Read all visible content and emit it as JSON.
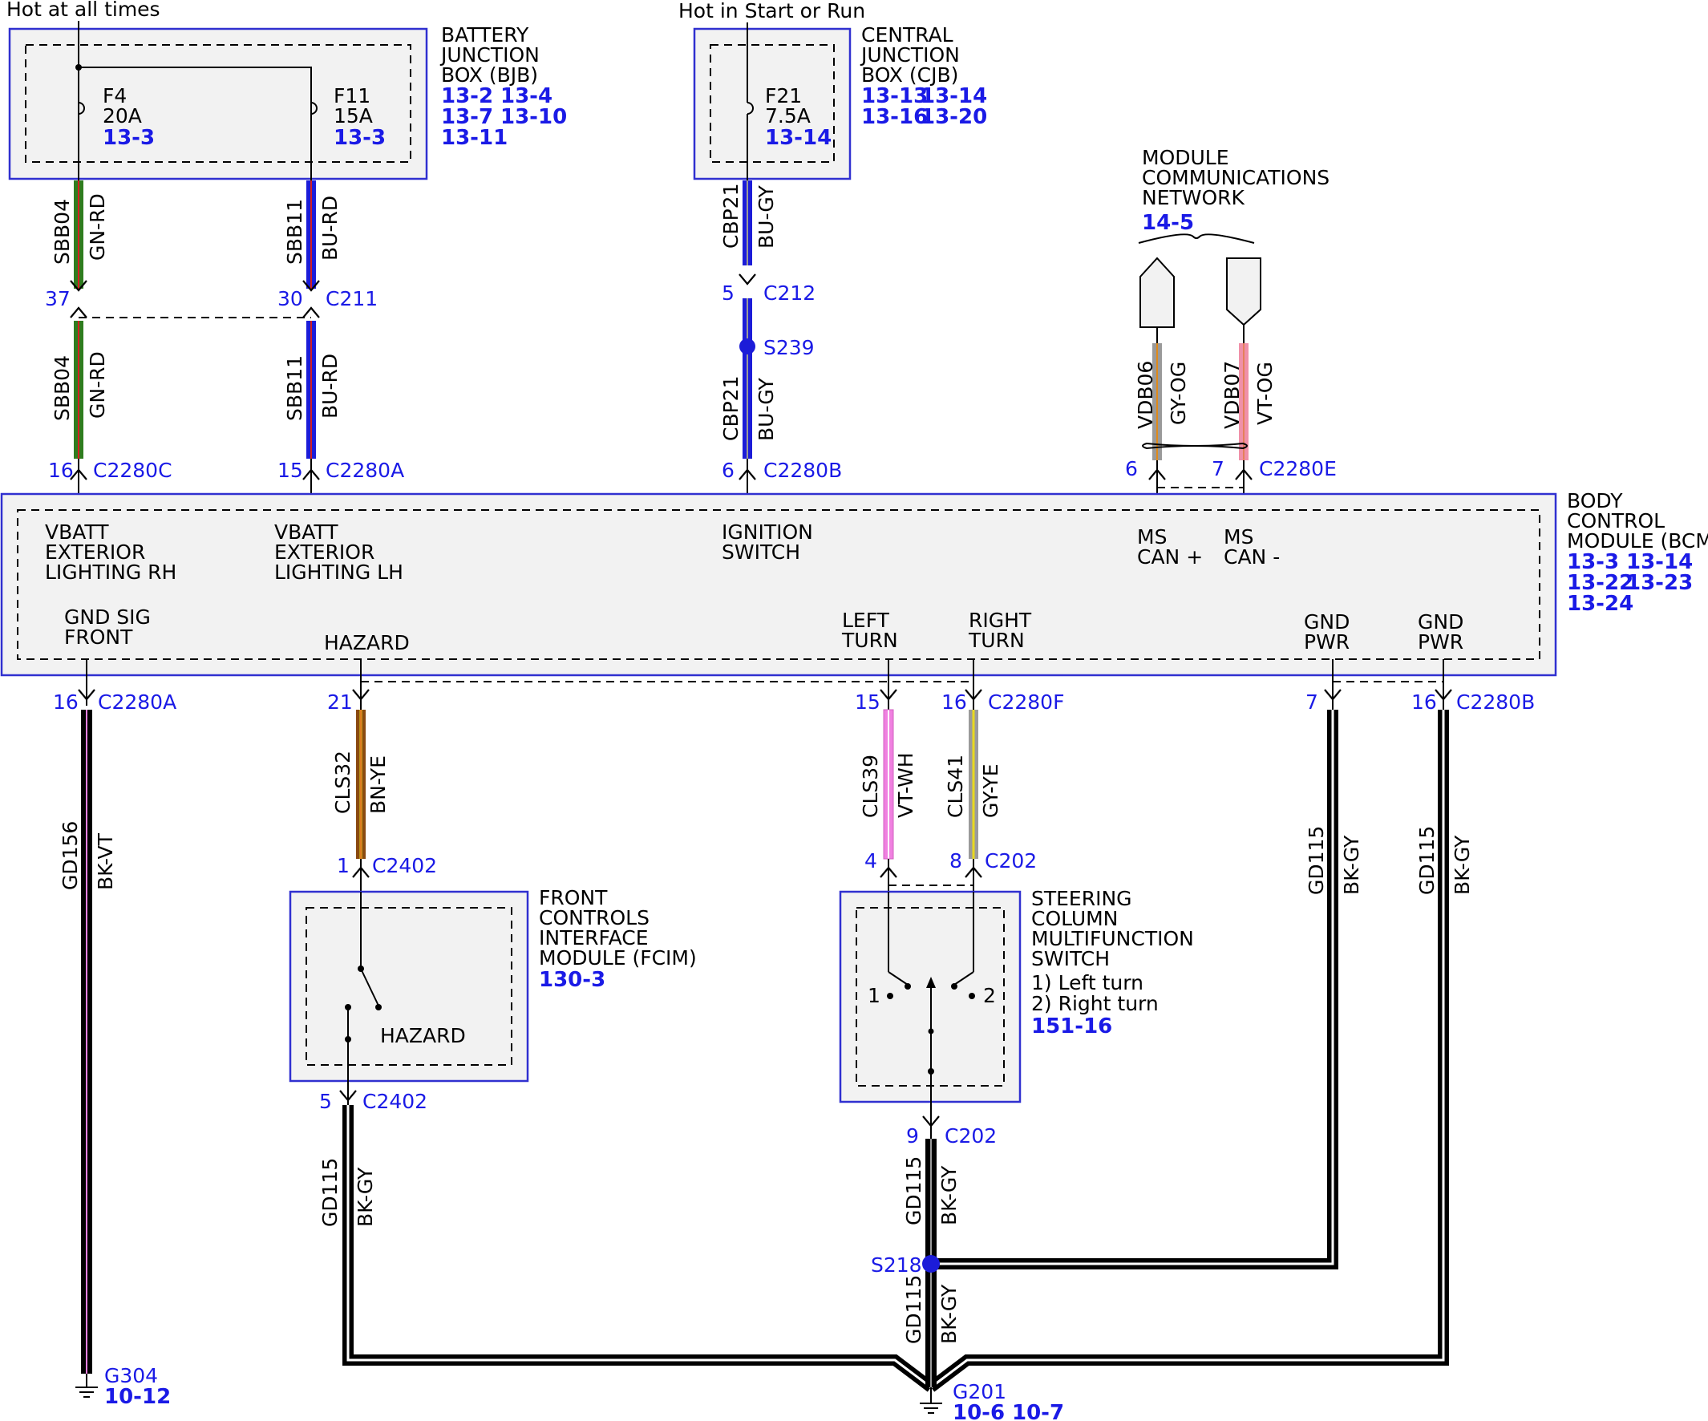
{
  "header": {
    "hot_always": "Hot at all times",
    "hot_start_run": "Hot in Start or Run"
  },
  "bjb": {
    "name_lines": [
      "BATTERY",
      "JUNCTION",
      "BOX (BJB)"
    ],
    "refs": [
      "13-2",
      "13-4",
      "13-7",
      "13-10",
      "13-11"
    ],
    "fuse_f4": {
      "name": "F4",
      "rating": "20A",
      "ref": "13-3"
    },
    "fuse_f11": {
      "name": "F11",
      "rating": "15A",
      "ref": "13-3"
    }
  },
  "cjb": {
    "name_lines": [
      "CENTRAL",
      "JUNCTION",
      "BOX (CJB)"
    ],
    "refs": [
      "13-13",
      "13-14",
      "13-16",
      "13-20"
    ],
    "fuse_f21": {
      "name": "F21",
      "rating": "7.5A",
      "ref": "13-14"
    }
  },
  "network": {
    "name_lines": [
      "MODULE",
      "COMMUNICATIONS",
      "NETWORK"
    ],
    "ref": "14-5"
  },
  "bcm": {
    "name_lines": [
      "BODY",
      "CONTROL",
      "MODULE (BCM)"
    ],
    "refs": [
      "13-3",
      "13-14",
      "13-22",
      "13-23",
      "13-24"
    ],
    "pins": {
      "vbatt_rh": [
        "VBATT",
        "EXTERIOR",
        "LIGHTING RH"
      ],
      "vbatt_lh": [
        "VBATT",
        "EXTERIOR",
        "LIGHTING LH"
      ],
      "ignition": [
        "IGNITION",
        "SWITCH"
      ],
      "ms_can_plus": [
        "MS",
        "CAN +"
      ],
      "ms_can_minus": [
        "MS",
        "CAN -"
      ],
      "gnd_sig": [
        "GND SIG",
        "FRONT"
      ],
      "hazard": "HAZARD",
      "left_turn": [
        "LEFT",
        "TURN"
      ],
      "right_turn": [
        "RIGHT",
        "TURN"
      ],
      "gnd_pwr_1": [
        "GND",
        "PWR"
      ],
      "gnd_pwr_2": [
        "GND",
        "PWR"
      ]
    }
  },
  "connectors": {
    "c211_37": "37",
    "c211_30": "30",
    "c211": "C211",
    "c212_5": "5",
    "c212": "C212",
    "s239": "S239",
    "c2280c_16": "16",
    "c2280c": "C2280C",
    "c2280a_15": "15",
    "c2280a_top": "C2280A",
    "c2280b_6": "6",
    "c2280b_top": "C2280B",
    "c2280e_6": "6",
    "c2280e_7": "7",
    "c2280e": "C2280E",
    "c2280a_16": "16",
    "c2280a_bot": "C2280A",
    "c2280_21": "21",
    "c2280_15": "15",
    "c2280f_16": "16",
    "c2280f": "C2280F",
    "c2280_7": "7",
    "c2280b_16": "16",
    "c2280b_bot": "C2280B",
    "c2402_1": "1",
    "c2402_top": "C2402",
    "c2402_5": "5",
    "c2402_bot": "C2402",
    "c202_4": "4",
    "c202_8": "8",
    "c202_top": "C202",
    "c202_9": "9",
    "c202_bot": "C202",
    "s218": "S218"
  },
  "wires": {
    "sbb04_a": {
      "circuit": "SBB04",
      "color": "GN-RD"
    },
    "sbb11_a": {
      "circuit": "SBB11",
      "color": "BU-RD"
    },
    "cbp21_a": {
      "circuit": "CBP21",
      "color": "BU-GY"
    },
    "sbb04_b": {
      "circuit": "SBB04",
      "color": "GN-RD"
    },
    "sbb11_b": {
      "circuit": "SBB11",
      "color": "BU-RD"
    },
    "cbp21_b": {
      "circuit": "CBP21",
      "color": "BU-GY"
    },
    "vdb06": {
      "circuit": "VDB06",
      "color": "GY-OG"
    },
    "vdb07": {
      "circuit": "VDB07",
      "color": "VT-OG"
    },
    "gd156": {
      "circuit": "GD156",
      "color": "BK-VT"
    },
    "cls32": {
      "circuit": "CLS32",
      "color": "BN-YE"
    },
    "cls39": {
      "circuit": "CLS39",
      "color": "VT-WH"
    },
    "cls41": {
      "circuit": "CLS41",
      "color": "GY-YE"
    },
    "gd115_a": {
      "circuit": "GD115",
      "color": "BK-GY"
    },
    "gd115_b": {
      "circuit": "GD115",
      "color": "BK-GY"
    },
    "gd115_c": {
      "circuit": "GD115",
      "color": "BK-GY"
    },
    "gd115_d": {
      "circuit": "GD115",
      "color": "BK-GY"
    },
    "gd115_e": {
      "circuit": "GD115",
      "color": "BK-GY"
    }
  },
  "fcim": {
    "name_lines": [
      "FRONT",
      "CONTROLS",
      "INTERFACE",
      "MODULE (FCIM)"
    ],
    "ref": "130-3",
    "switch_label": "HAZARD"
  },
  "scms": {
    "name_lines": [
      "STEERING",
      "COLUMN",
      "MULTIFUNCTION",
      "SWITCH"
    ],
    "legend": [
      "1) Left turn",
      "2) Right turn"
    ],
    "ref": "151-16",
    "pos1": "1",
    "pos2": "2"
  },
  "grounds": {
    "g304": {
      "name": "G304",
      "ref": "10-12"
    },
    "g201": {
      "name": "G201",
      "refs": [
        "10-6",
        "10-7"
      ]
    }
  },
  "colors": {
    "box_border": "#3030d0",
    "box_fill": "#f2f2f2",
    "text_blue": "#1a1ae6",
    "gn": "#2f7d1f",
    "rd": "#d42020",
    "bu": "#1c1cd8",
    "gy": "#9a9a9a",
    "og": "#e08a1a",
    "vt": "#f080e0",
    "bn": "#8a4a10",
    "ye": "#e8d820",
    "wh": "#ffffff",
    "bk": "#000000",
    "pink": "#f090a8"
  }
}
